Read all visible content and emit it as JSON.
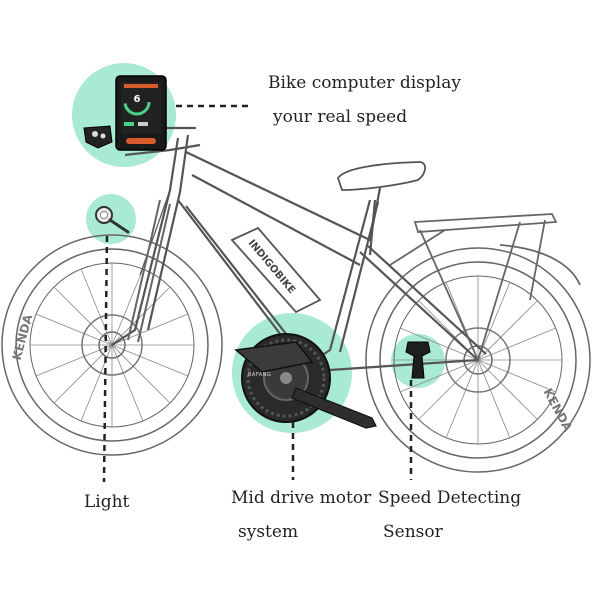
{
  "colors": {
    "highlight": "#a8ead2",
    "line": "#555555",
    "ink": "#222222",
    "screen": "#1a1a1a",
    "screen_accent": "#d95a2b"
  },
  "callouts": {
    "display_line1": "Bike computer display",
    "display_line2": "your real speed",
    "light": "Light",
    "motor_line1": "Mid drive motor",
    "motor_line2": "system",
    "sensor_line1": "Speed Detecting",
    "sensor_line2": "Sensor"
  },
  "frame_text": "INDIGOBIKE",
  "tire_text": "KENDA",
  "screen_speed": "6",
  "motor_brand": "BAFANG",
  "icons": [
    "bike-computer-display",
    "handlebar-remote",
    "headlight",
    "mid-drive-motor",
    "speed-sensor"
  ]
}
